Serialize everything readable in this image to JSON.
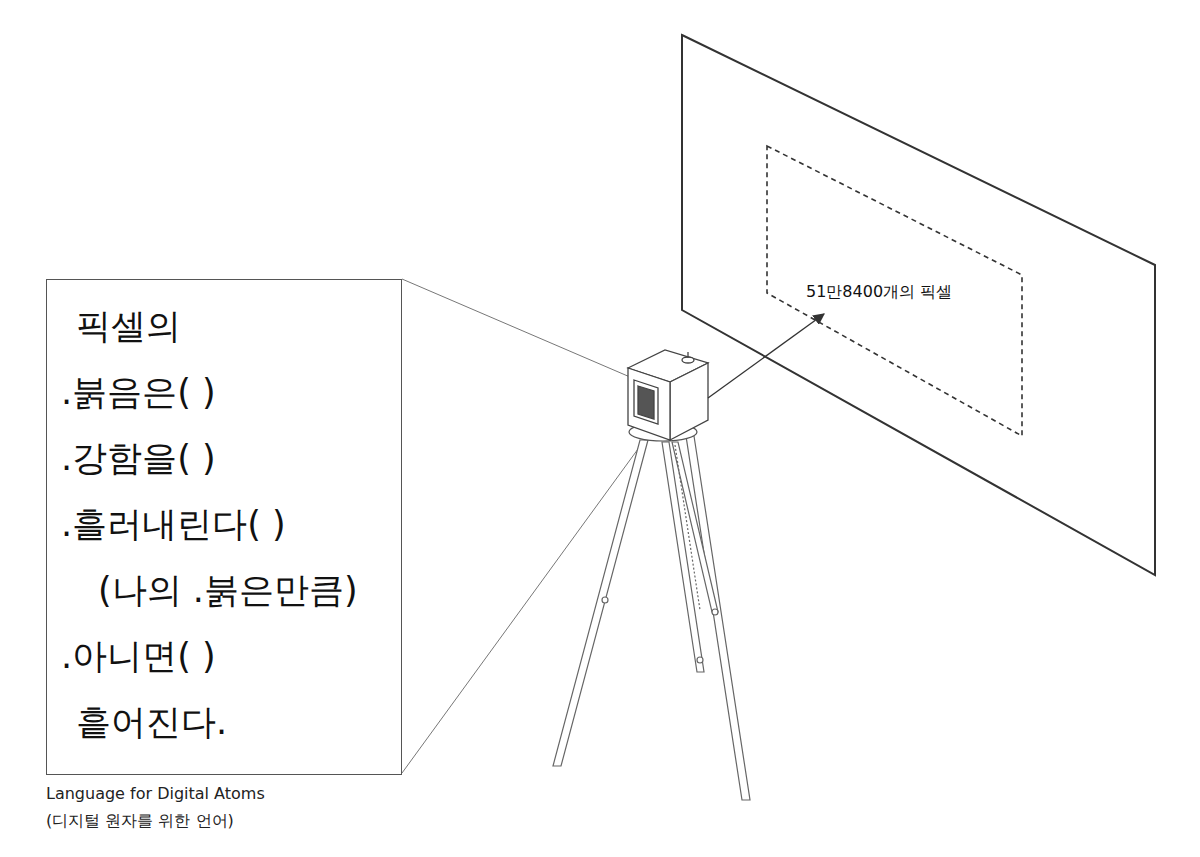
{
  "diagram": {
    "nodes": [
      {
        "text": [
          "픽셀의",
          ".붉음은( )",
          ".강함을( )",
          ".흘러내린다( )",
          "(나의 .붉은만큼)",
          ".아니면( )",
          "흩어진다."
        ]
      },
      {
        "text": [
          "51만8400개의 픽셀"
        ]
      }
    ],
    "labels": [
      "Language for Digital Atoms",
      "(디지털 원자를 위한 언어)"
    ]
  }
}
